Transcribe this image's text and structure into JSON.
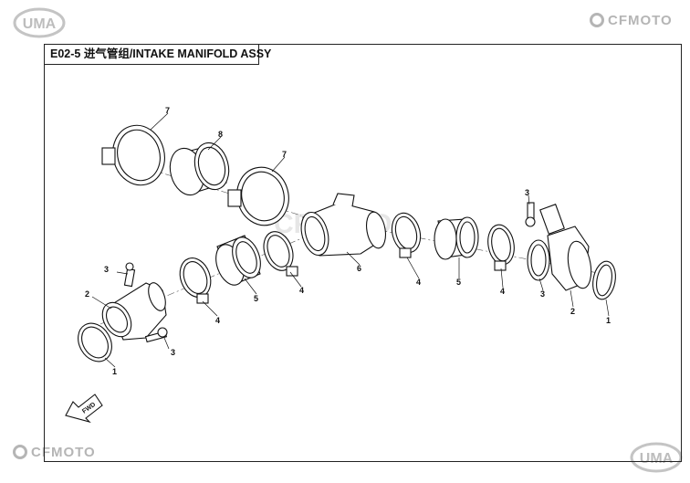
{
  "title": "E02-5 进气管组/INTAKE MANIFOLD ASSY",
  "brand": {
    "uma_text": "UMA",
    "cf_text": "CFMOTO",
    "watermark": "CFMOTO"
  },
  "fwd_label": "FWD",
  "callouts": {
    "c1a": "1",
    "c1b": "1",
    "c2a": "2",
    "c2b": "2",
    "c3a": "3",
    "c3b": "3",
    "c3c": "3",
    "c3d": "3",
    "c4a": "4",
    "c4b": "4",
    "c4c": "4",
    "c4d": "4",
    "c5a": "5",
    "c5b": "5",
    "c6": "6",
    "c7a": "7",
    "c7b": "7",
    "c8": "8"
  }
}
